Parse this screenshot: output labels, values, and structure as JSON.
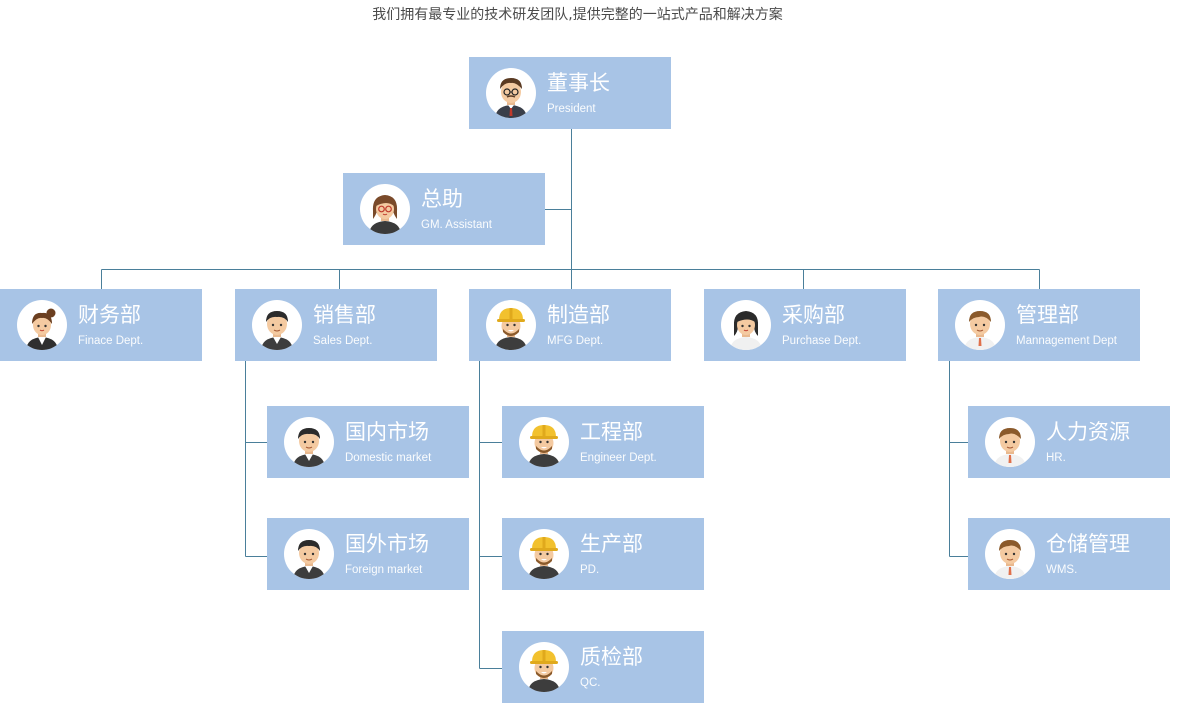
{
  "subtitle": "我们拥有最专业的技术研发团队,提供完整的一站式产品和解决方案",
  "nodes": {
    "president": {
      "title": "董事长",
      "en": "President",
      "avatar": "man-glasses-avatar-icon"
    },
    "assistant": {
      "title": "总助",
      "en": "GM. Assistant",
      "avatar": "woman-glasses-avatar-icon"
    },
    "finance": {
      "title": "财务部",
      "en": "Finace Dept.",
      "avatar": "woman-bun-avatar-icon"
    },
    "sales": {
      "title": "销售部",
      "en": "Sales Dept.",
      "avatar": "man-avatar-icon"
    },
    "mfg": {
      "title": "制造部",
      "en": "MFG Dept.",
      "avatar": "hardhat-worker-avatar-icon"
    },
    "purchase": {
      "title": "采购部",
      "en": "Purchase Dept.",
      "avatar": "woman-avatar-icon"
    },
    "management": {
      "title": "管理部",
      "en": "Mannagement Dept",
      "avatar": "man-avatar-icon"
    },
    "domestic": {
      "title": "国内市场",
      "en": "Domestic market",
      "avatar": "man-avatar-icon"
    },
    "foreign": {
      "title": "国外市场",
      "en": "Foreign market",
      "avatar": "man-avatar-icon"
    },
    "engineer": {
      "title": "工程部",
      "en": "Engineer Dept.",
      "avatar": "hardhat-worker-avatar-icon"
    },
    "pd": {
      "title": "生产部",
      "en": "PD.",
      "avatar": "hardhat-worker-avatar-icon"
    },
    "qc": {
      "title": "质检部",
      "en": "QC.",
      "avatar": "hardhat-worker-avatar-icon"
    },
    "hr": {
      "title": "人力资源",
      "en": "HR.",
      "avatar": "man-avatar-icon"
    },
    "wms": {
      "title": "仓储管理",
      "en": "WMS.",
      "avatar": "man-avatar-icon"
    }
  },
  "colors": {
    "box": "#a8c4e6",
    "connector": "#4a7f9a",
    "text": "#ffffff",
    "hardhat": "#f2c12e"
  }
}
